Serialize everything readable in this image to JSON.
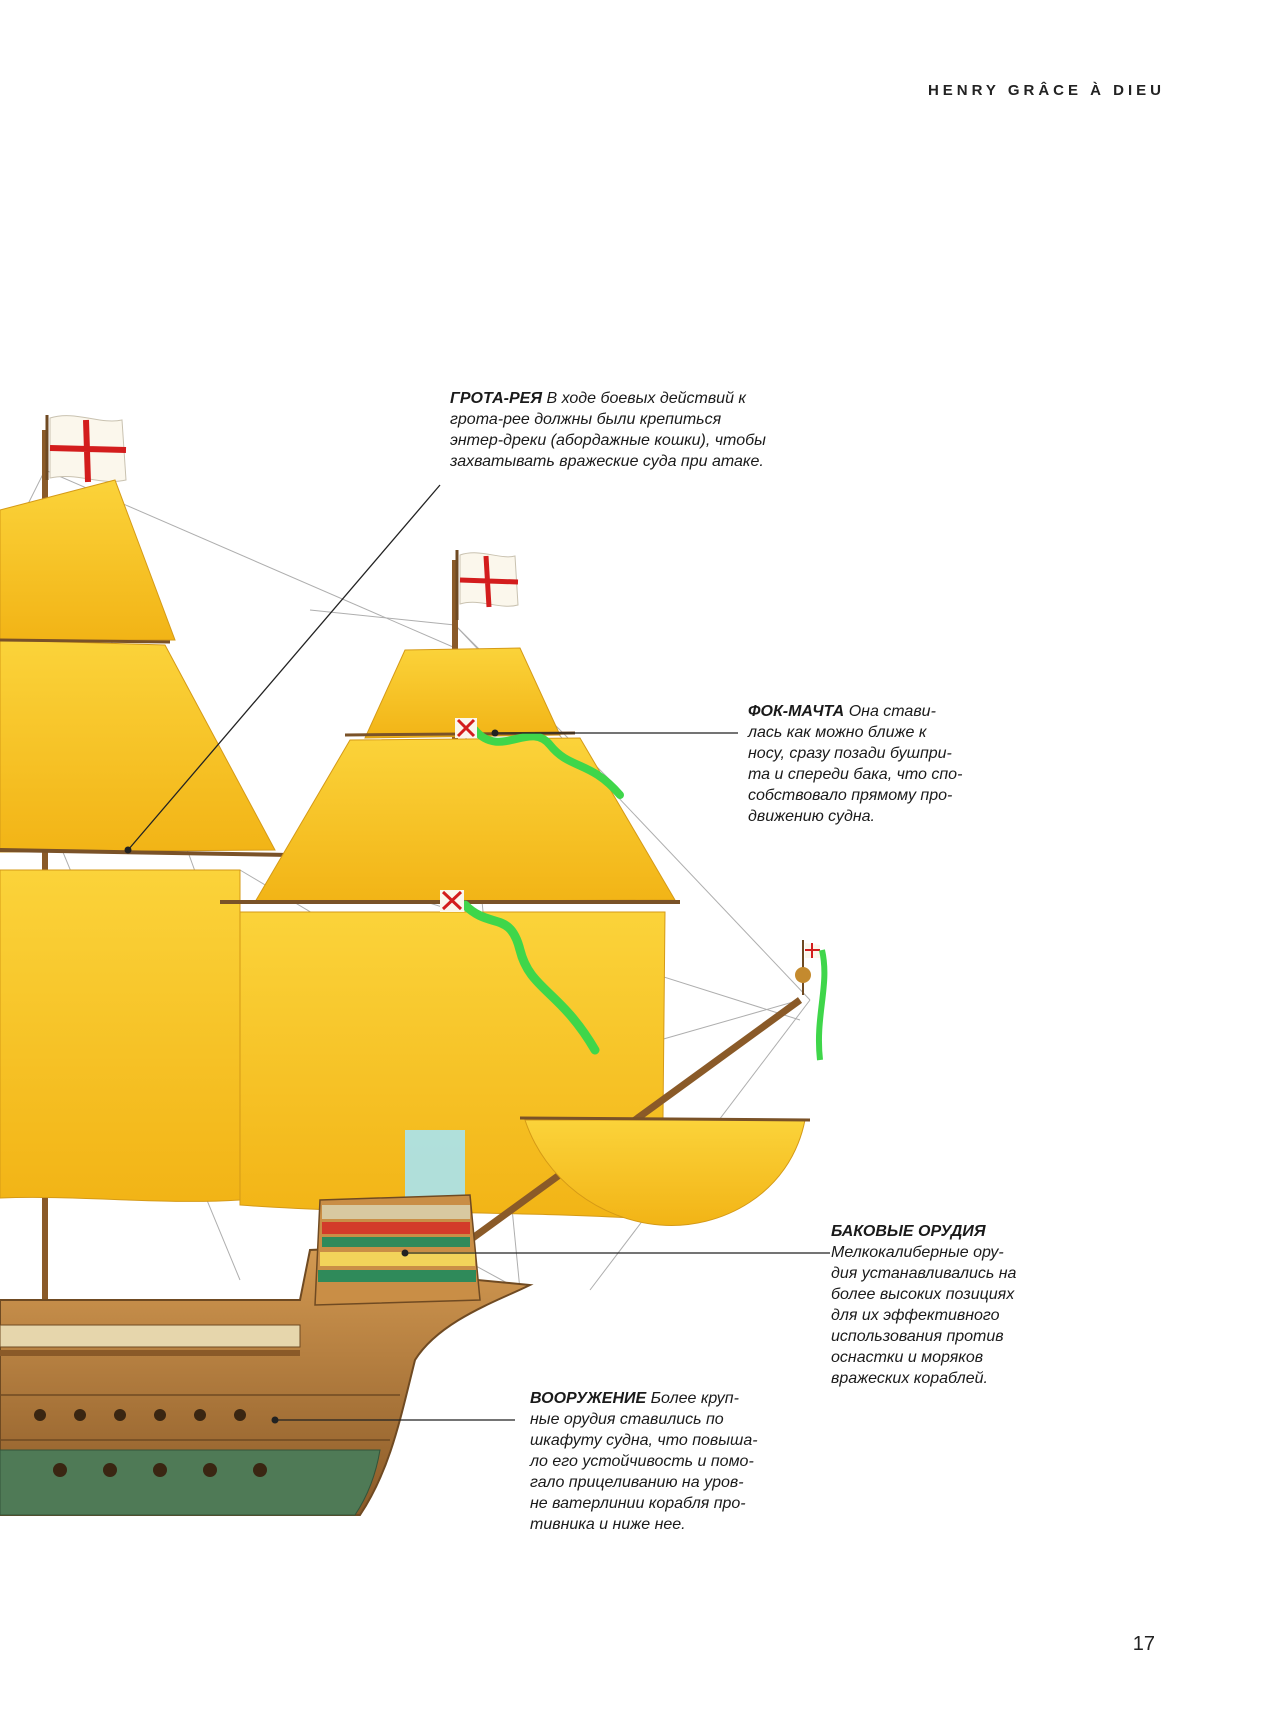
{
  "header": {
    "running_head": "HENRY GRÂCE À DIEU"
  },
  "page": {
    "number": "17"
  },
  "callouts": {
    "main_yard": {
      "term": "ГРОТА-РЕЯ",
      "lines": [
        "В ходе боевых действий к",
        "грота-рее должны были крепиться",
        "энтер-дреки (абордажные кошки), чтобы",
        "захватывать вражеские суда при атаке."
      ]
    },
    "foremast": {
      "term": "ФОК-МАЧТА",
      "lines": [
        "Она стави-",
        "лась как можно ближе к",
        "носу, сразу позади бушпри-",
        "та и спереди бака, что спо-",
        "собствовало прямому про-",
        "движению судна."
      ]
    },
    "forecastle_guns": {
      "term": "БАКОВЫЕ ОРУДИЯ",
      "lines": [
        "Мелкокалиберные ору-",
        "дия устанавливались на",
        "более высоких позициях",
        "для их эффективного",
        "использования против",
        "оснастки и моряков",
        "вражеских кораблей."
      ]
    },
    "armament": {
      "term": "ВООРУЖЕНИЕ",
      "lines": [
        "Более круп-",
        "ные орудия ставились по",
        "шкафуту судна, что повыша-",
        "ло его устойчивость и помо-",
        "гало прицеливанию на уров-",
        "не ватерлинии корабля про-",
        "тивника и ниже нее."
      ]
    }
  },
  "colors": {
    "sail": "#f7c21c",
    "sail_shade": "#e9a514",
    "hull": "#b57a3a",
    "hull_dark": "#6f4a22",
    "waterline": "#4f7a56",
    "flag_cross": "#d31d1d",
    "pennant": "#3fd64a",
    "leader_line": "#222222"
  }
}
